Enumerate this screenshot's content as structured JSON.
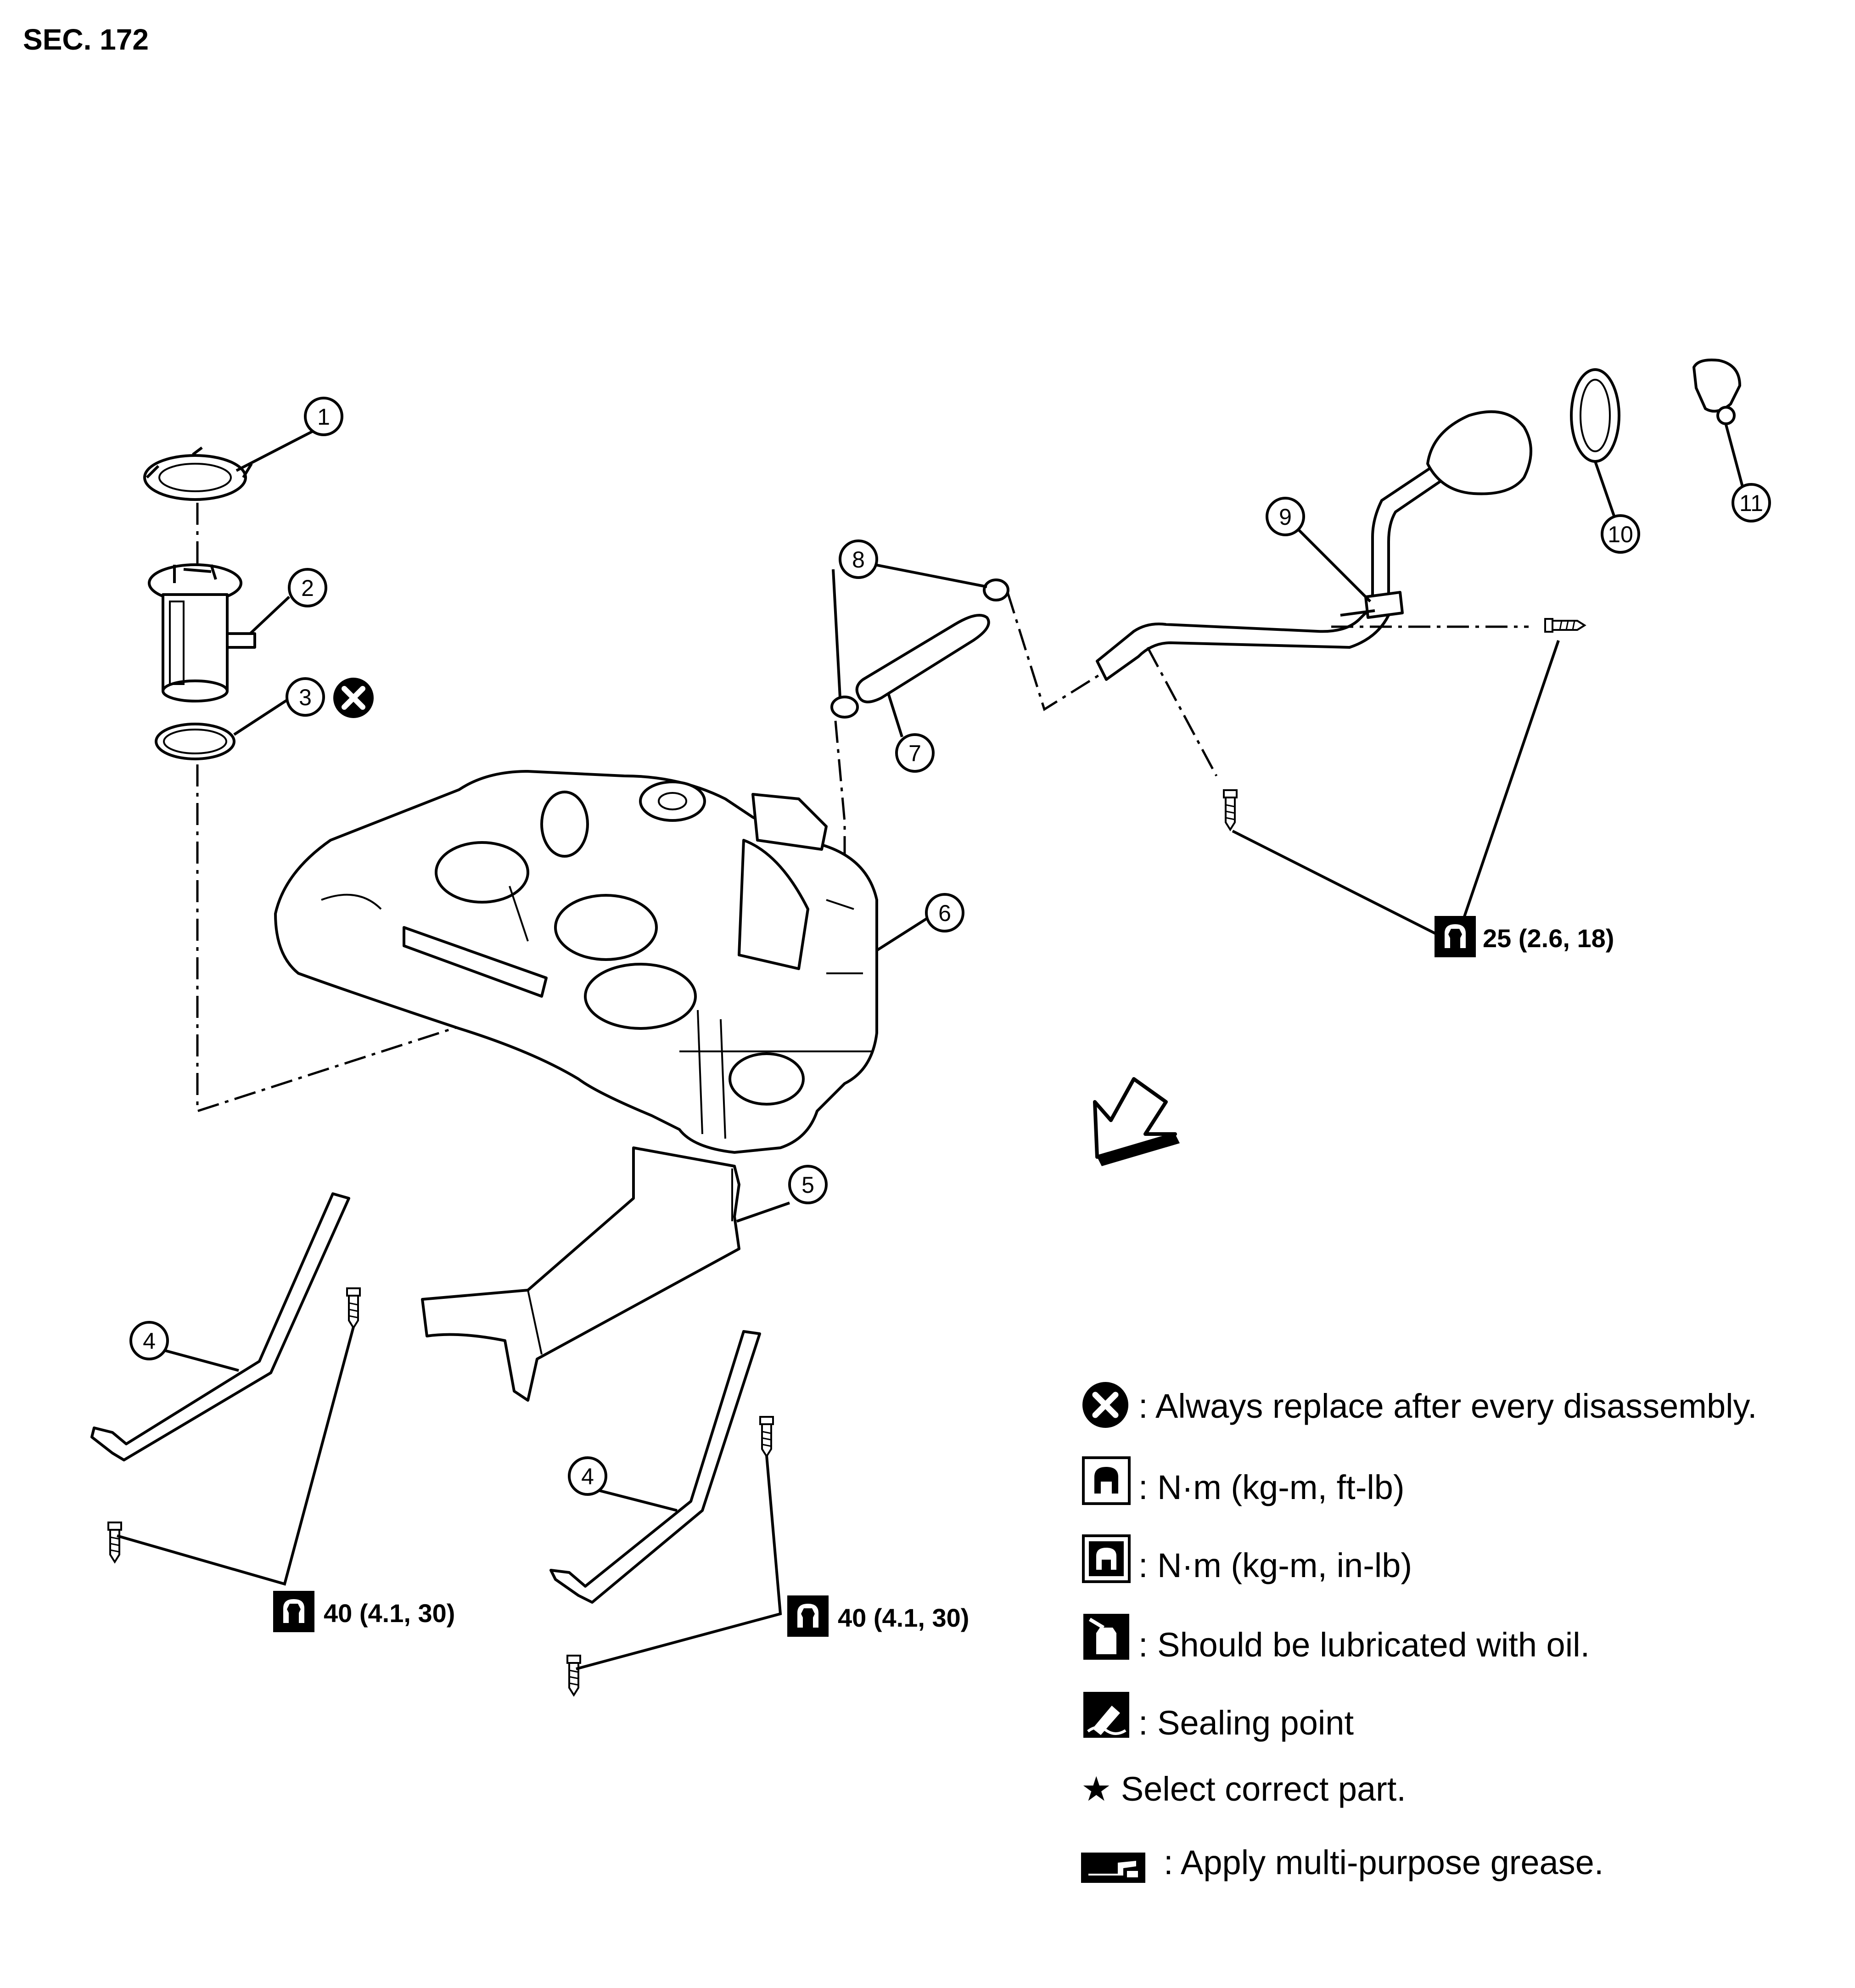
{
  "header": {
    "section": "SEC. 172"
  },
  "callouts": [
    "1",
    "2",
    "3",
    "4",
    "5",
    "6",
    "7",
    "8",
    "9",
    "10",
    "11"
  ],
  "torque": {
    "fill_tube": "25 (2.6, 18)",
    "strap_left": "40 (4.1, 30)",
    "strap_right": "40 (4.1, 30)"
  },
  "legend": {
    "replace": ": Always replace after every disassembly.",
    "nm_ft": ": N·m (kg-m, ft-lb)",
    "nm_in": ": N·m (kg-m, in-lb)",
    "oil": ": Should be lubricated with oil.",
    "seal": ": Sealing point",
    "star": "★ Select correct part.",
    "grease": ": Apply multi-purpose grease."
  },
  "icons": [
    "replace-x-icon",
    "torque-wrench-icon",
    "torque-wrench-dark-icon",
    "oil-can-icon",
    "sealing-point-icon",
    "star-icon",
    "grease-icon",
    "front-direction-arrow-icon"
  ]
}
